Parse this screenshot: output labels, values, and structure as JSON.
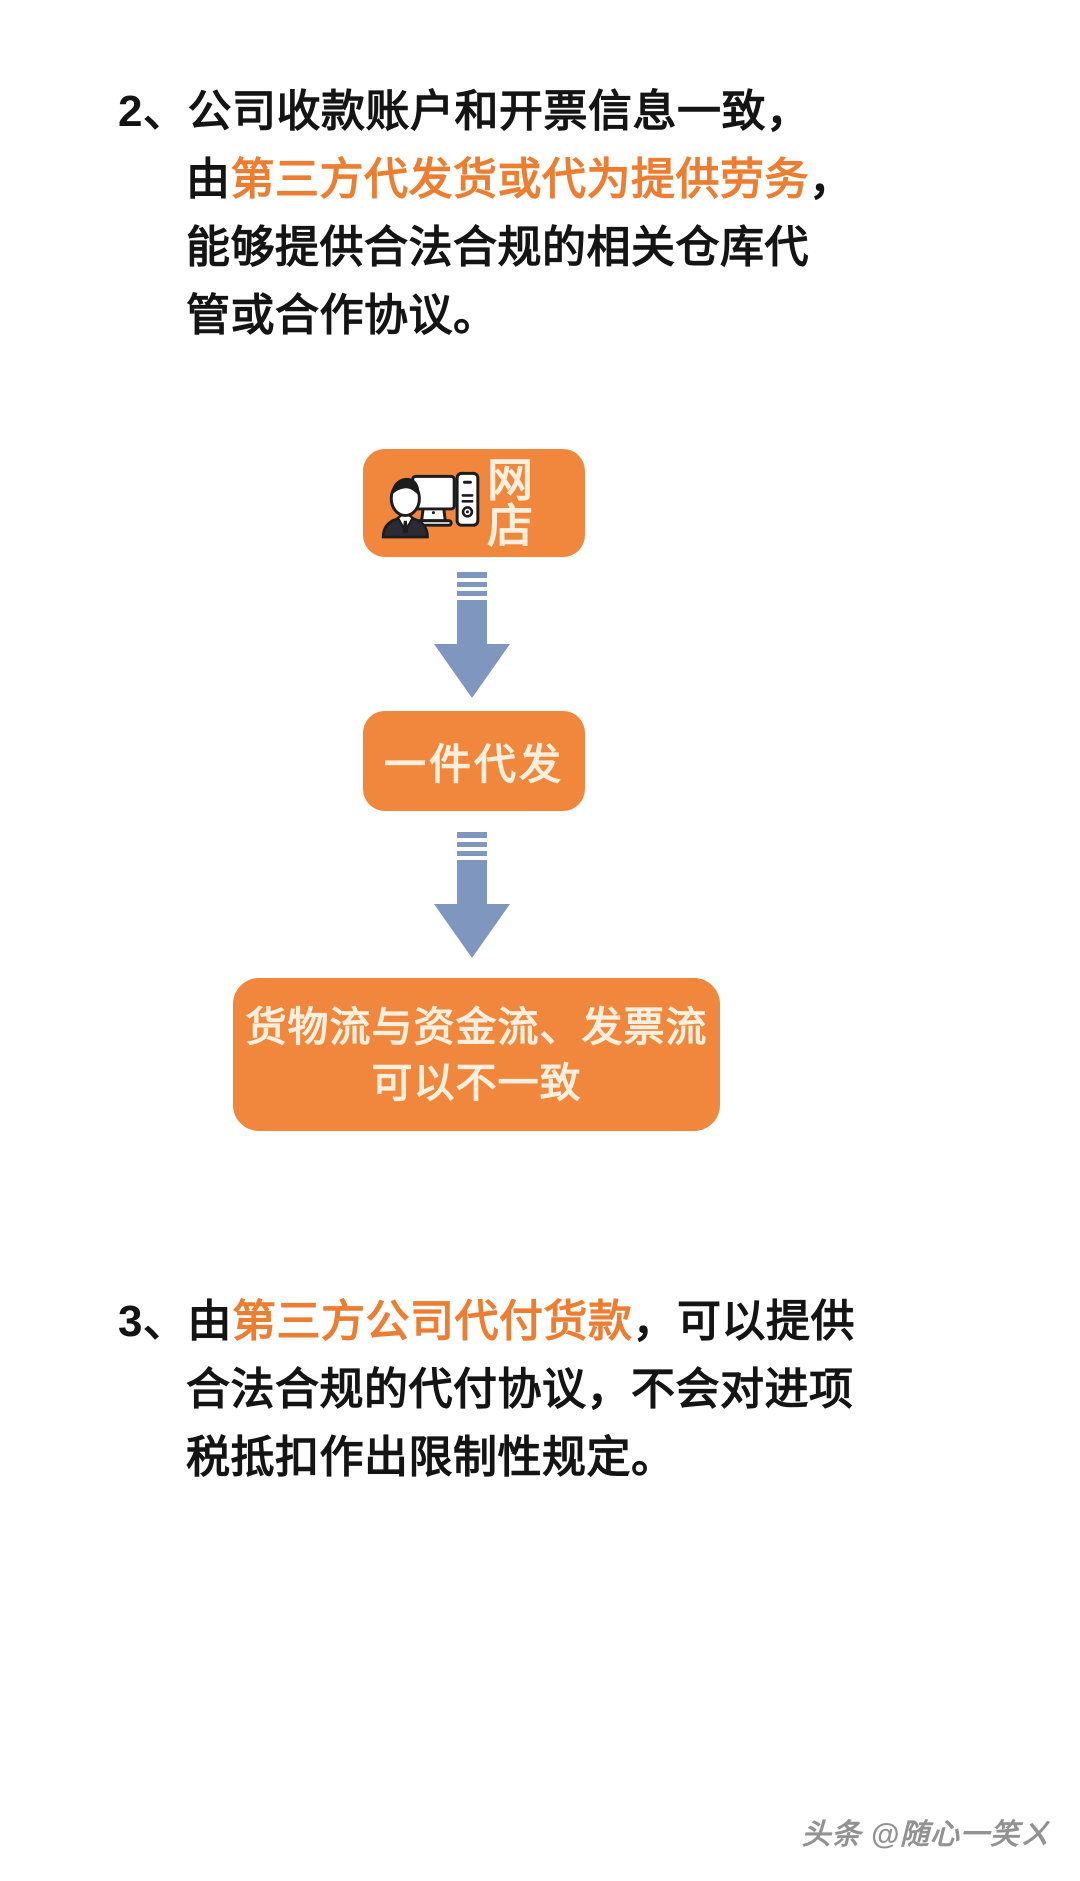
{
  "page": {
    "background": "#ffffff",
    "accent_orange": "#ED7D31",
    "box_orange": "#F0873D",
    "box_text_color": "#FCEFDD",
    "arrow_color": "#7F96BE",
    "body_text_color": "#141414"
  },
  "item2": {
    "number": "2、",
    "line1": "公司收款账户和开票信息一致，",
    "line2_prefix": "由",
    "line2_highlight": "第三方代发货或代为提供劳务",
    "line2_suffix": "，",
    "line3": "能够提供合法合规的相关仓库代",
    "line4": "管或合作协议。"
  },
  "flow": {
    "node1": {
      "label": "网店",
      "icon": "person-computer-icon"
    },
    "arrow1": "down-arrow-icon",
    "node2": {
      "label": "一件代发"
    },
    "arrow2": "down-arrow-icon",
    "node3": {
      "line1": "货物流与资金流、发票流",
      "line2": "可以不一致"
    }
  },
  "item3": {
    "number": "3、",
    "line1_prefix": "由",
    "line1_highlight": "第三方公司代付货款",
    "line1_suffix": "，可以提供",
    "line2": "合法合规的代付协议，不会对进项",
    "line3": "税抵扣作出限制性规定。"
  },
  "watermark": {
    "text": "头条 @随心一笑ㄨ"
  }
}
